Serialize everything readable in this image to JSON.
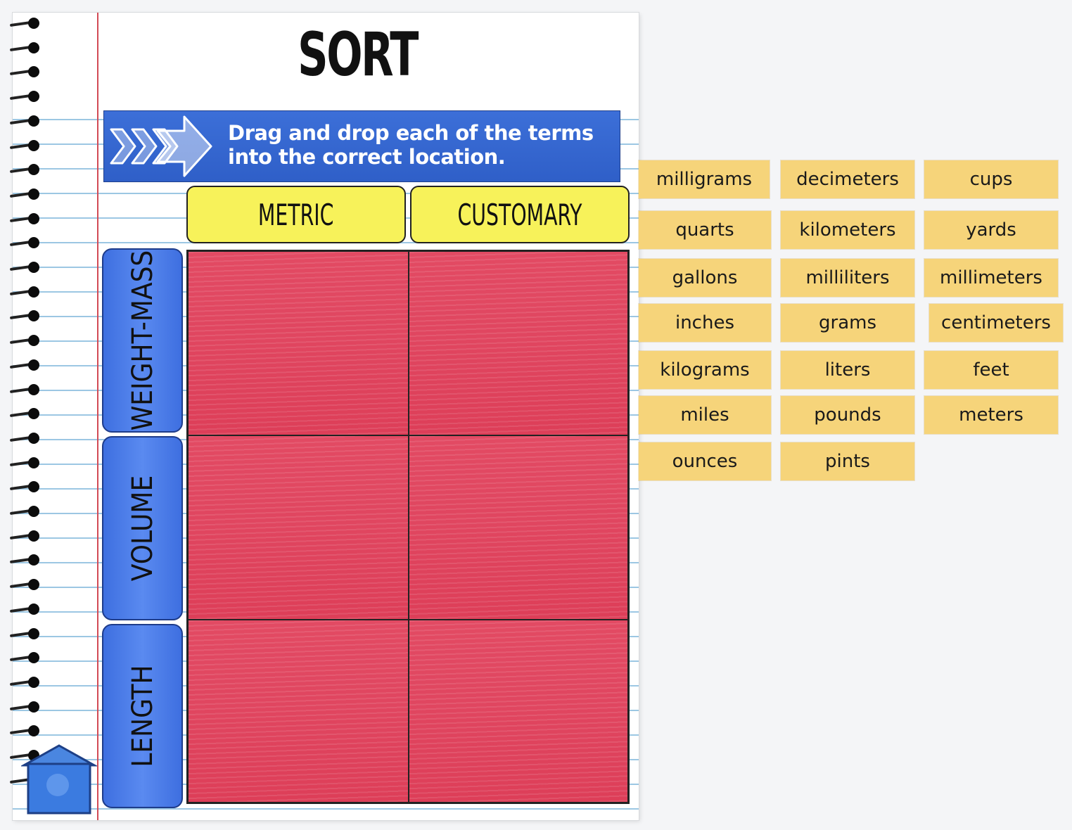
{
  "title": "SORT",
  "instructions": {
    "line1": "Drag and drop each of the terms",
    "line2": "into the correct location."
  },
  "columns": [
    "METRIC",
    "CUSTOMARY"
  ],
  "rows": [
    "WEIGHT-MASS",
    "VOLUME",
    "LENGTH"
  ],
  "terms": [
    "milligrams",
    "decimeters",
    "cups",
    "quarts",
    "kilometers",
    "yards",
    "gallons",
    "milliliters",
    "millimeters",
    "inches",
    "grams",
    "centimeters",
    "kilograms",
    "liters",
    "feet",
    "miles",
    "pounds",
    "meters",
    "ounces",
    "pints"
  ],
  "colors": {
    "banner": "#2f5fc8",
    "header_yellow": "#f7f25a",
    "row_blue": "#3e6fe0",
    "cell_red": "#e04660",
    "term_card": "#f6d47a"
  }
}
